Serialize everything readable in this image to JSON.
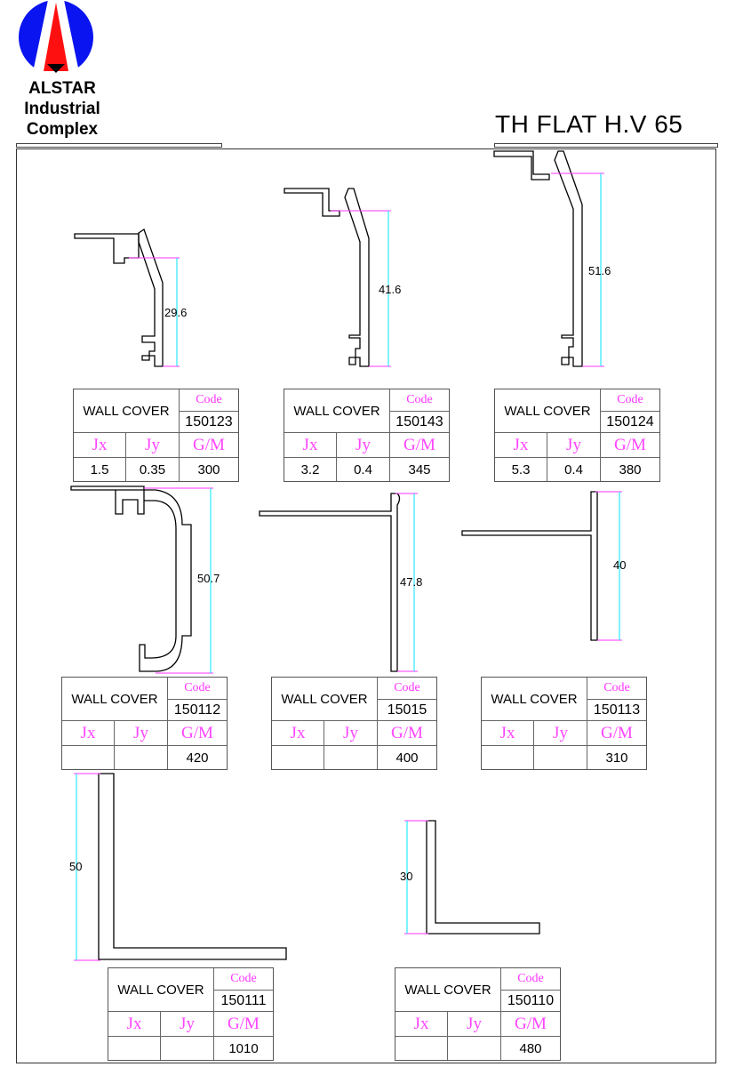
{
  "company": {
    "name_line1": "ALSTAR",
    "name_line2": "Industrial",
    "name_line3": "Complex"
  },
  "title": "TH FLAT H.V 65",
  "labels": {
    "code": "Code",
    "jx": "Jx",
    "jy": "Jy",
    "gm": "G/M"
  },
  "colors": {
    "dimension": "#00e5ff",
    "extension": "#ff33ff",
    "logo_blue": "#0a14f0",
    "logo_red": "#ff1010"
  },
  "products": [
    {
      "name": "WALL COVER",
      "code": "150123",
      "jx": "1.5",
      "jy": "0.35",
      "gm": "300",
      "dimension": "29.6"
    },
    {
      "name": "WALL COVER",
      "code": "150143",
      "jx": "3.2",
      "jy": "0.4",
      "gm": "345",
      "dimension": "41.6"
    },
    {
      "name": "WALL COVER",
      "code": "150124",
      "jx": "5.3",
      "jy": "0.4",
      "gm": "380",
      "dimension": "51.6"
    },
    {
      "name": "WALL COVER",
      "code": "150112",
      "jx": "",
      "jy": "",
      "gm": "420",
      "dimension": "50.7"
    },
    {
      "name": "WALL COVER",
      "code": "15015",
      "jx": "",
      "jy": "",
      "gm": "400",
      "dimension": "47.8"
    },
    {
      "name": "WALL COVER",
      "code": "150113",
      "jx": "",
      "jy": "",
      "gm": "310",
      "dimension": "40"
    },
    {
      "name": "WALL COVER",
      "code": "150111",
      "jx": "",
      "jy": "",
      "gm": "1010",
      "dimension": "50"
    },
    {
      "name": "WALL COVER",
      "code": "150110",
      "jx": "",
      "jy": "",
      "gm": "480",
      "dimension": "30"
    }
  ]
}
